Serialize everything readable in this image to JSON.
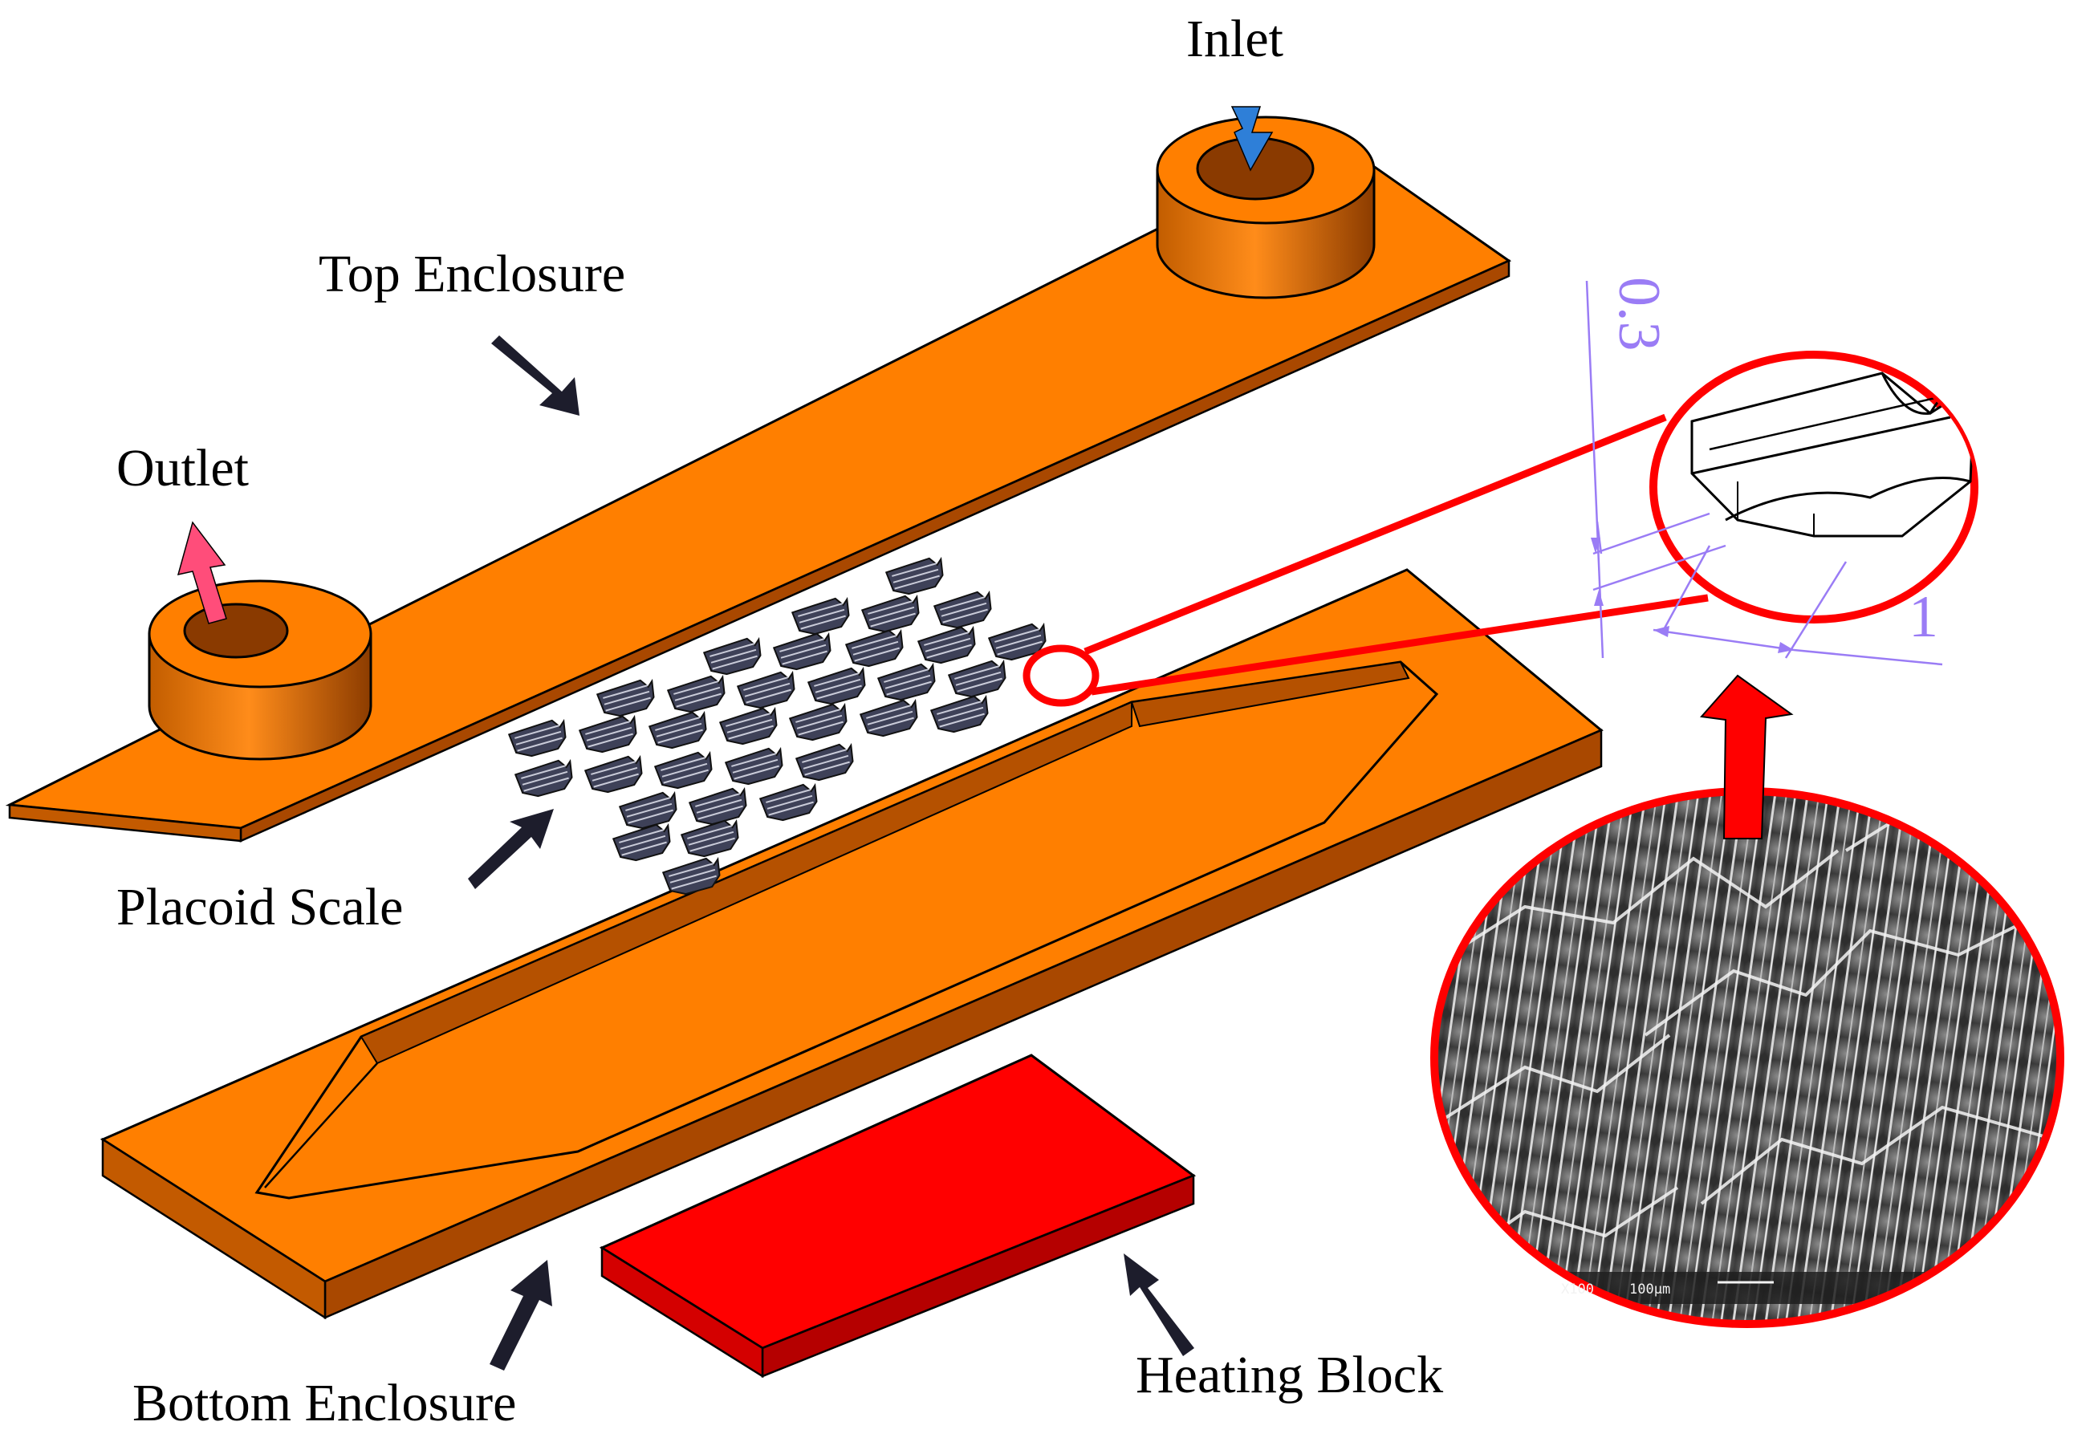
{
  "labels": {
    "inlet": "Inlet",
    "outlet": "Outlet",
    "top_enclosure": "Top Enclosure",
    "placoid_scale": "Placoid Scale",
    "bottom_enclosure": "Bottom Enclosure",
    "heating_block": "Heating Block"
  },
  "dimensions": {
    "height": "0.3",
    "width": "1"
  },
  "sem_caption": {
    "magnification": "X100",
    "scale_bar": "100µm"
  },
  "colors": {
    "enclosure_top": "#ff7f00",
    "enclosure_side": "#a94800",
    "heating_block": "#ff0000",
    "heating_block_side": "#b50000",
    "callout": "#ff0000",
    "inlet_arrow": "#2e7fd8",
    "outlet_arrow": "#ff4d7a",
    "dimension": "#9a7cf5"
  }
}
